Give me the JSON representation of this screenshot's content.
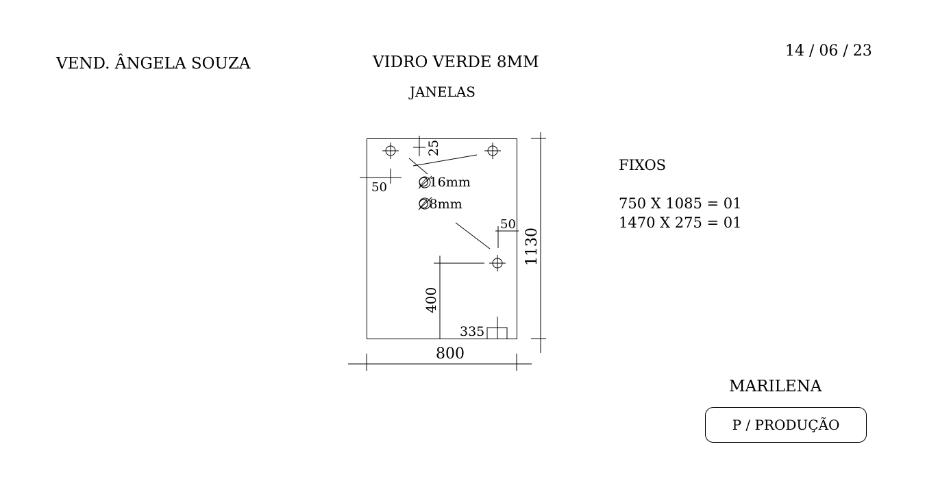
{
  "header": {
    "vendor": "VEND. ÂNGELA SOUZA",
    "product": "VIDRO VERDE 8MM",
    "subtitle": "JANELAS",
    "date": "14 / 06 / 23"
  },
  "drawing": {
    "hole_diameter_large": "∅16mm",
    "hole_diameter_small": "∅8mm",
    "dim_top_offset": "25",
    "dim_left_offset": "50",
    "dim_right_offset": "50",
    "dim_height": "1130",
    "dim_width": "800",
    "dim_hole_height": "400",
    "dim_hole_from_right": "335"
  },
  "fixos": {
    "title": "FIXOS",
    "items": [
      "750 X 1085 = 01",
      "1470 X 275 = 01"
    ]
  },
  "footer": {
    "client": "MARILENA",
    "badge": "P / PRODUÇÃO"
  }
}
